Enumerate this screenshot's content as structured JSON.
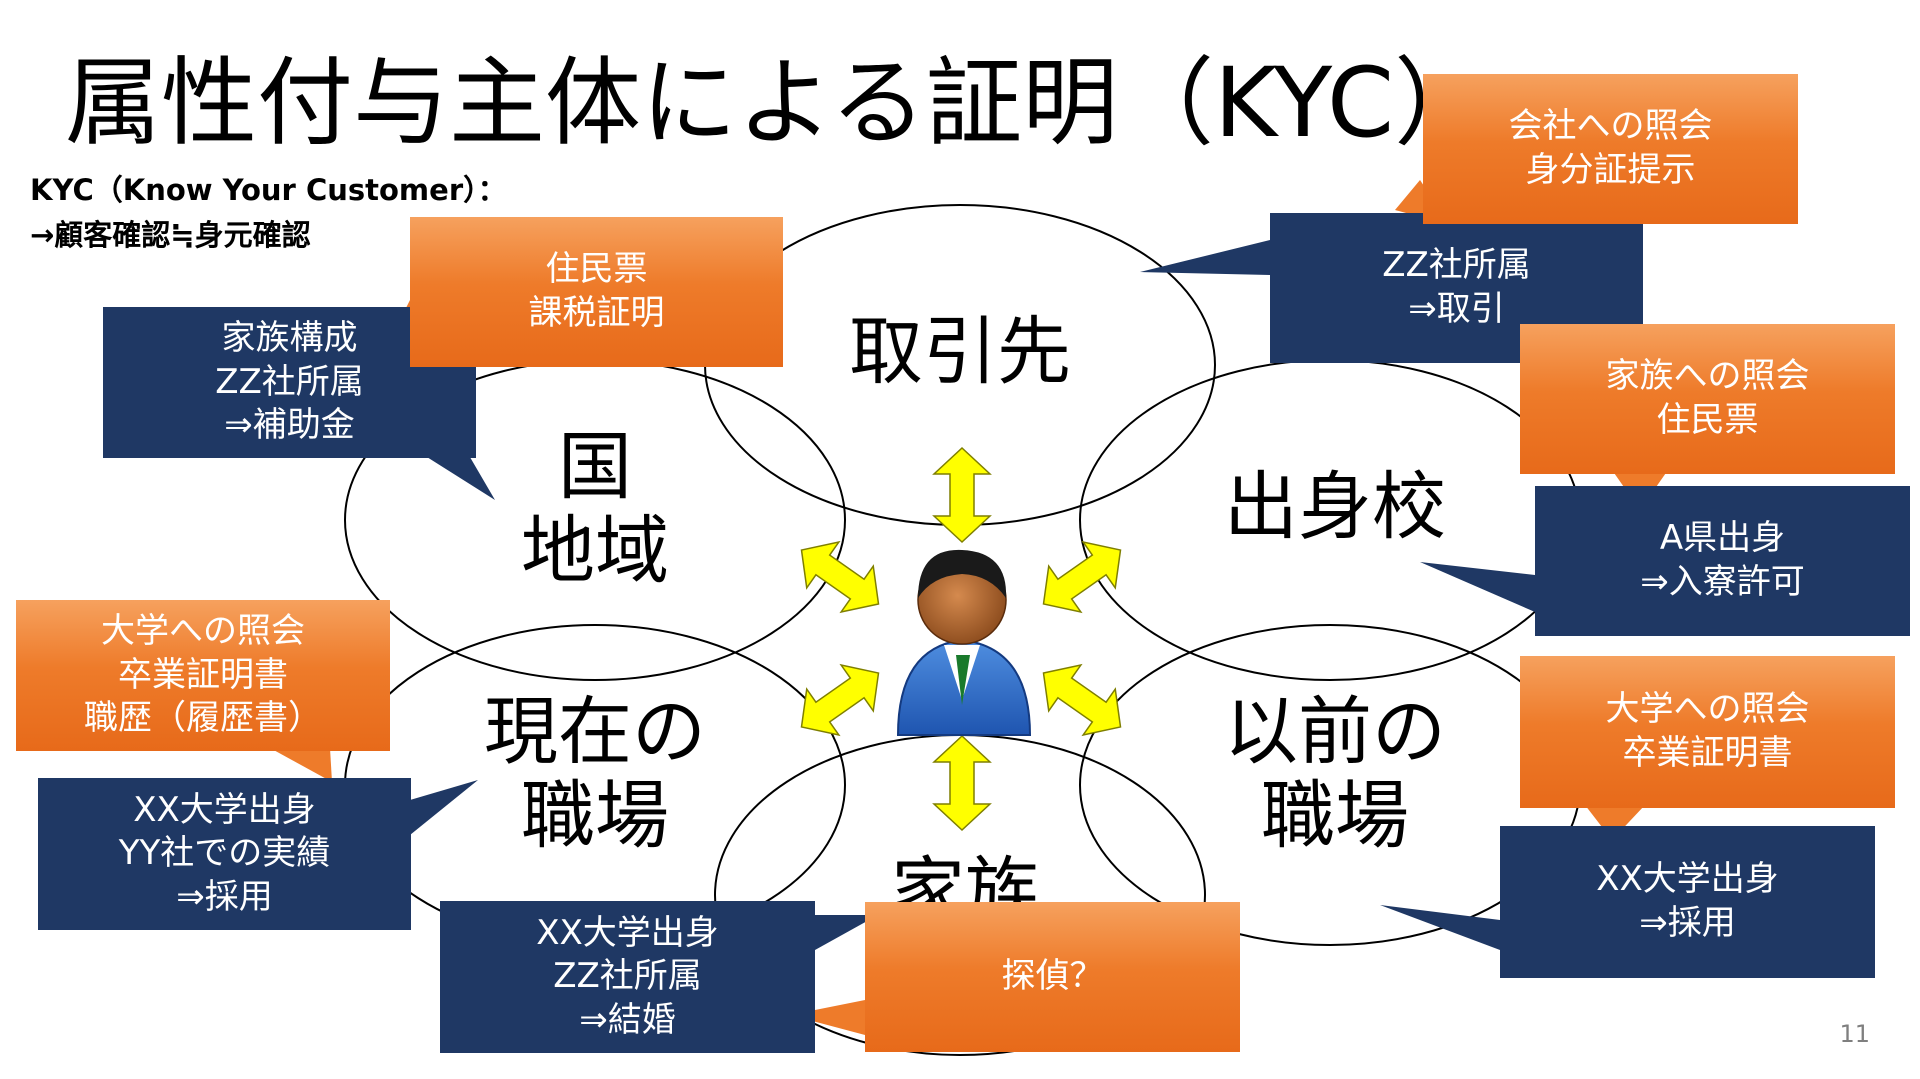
{
  "title": "属性付与主体による証明（KYC）",
  "subtitle": [
    "KYC（Know Your Customer）：",
    "→顧客確認≒身元確認"
  ],
  "circles": {
    "torihikisaki": [
      "取引先"
    ],
    "kuni": [
      "国",
      "地域"
    ],
    "shusshinko": [
      "出身校"
    ],
    "genzai": [
      "現在の",
      "職場"
    ],
    "izen": [
      "以前の",
      "職場"
    ],
    "kazoku": [
      "家族"
    ]
  },
  "callouts": {
    "kazoku_navy": [
      "家族構成",
      "ZZ社所属",
      "⇒補助金"
    ],
    "juminhyo_orange": [
      "住民票",
      "課税証明"
    ],
    "kaisha_orange": [
      "会社への照会",
      "身分証提示"
    ],
    "zz_navy": [
      "ZZ社所属",
      "⇒取引"
    ],
    "kazoku_shokai_orange": [
      "家族への照会",
      "住民票"
    ],
    "aken_navy": [
      "A県出身",
      "⇒入寮許可"
    ],
    "daigaku_orange_left": [
      "大学への照会",
      "卒業証明書",
      "職歴（履歴書）"
    ],
    "xx_navy_left": [
      "XX大学出身",
      "YY社での実績",
      "⇒採用"
    ],
    "daigaku_orange_right": [
      "大学への照会",
      "卒業証明書"
    ],
    "xx_navy_right": [
      "XX大学出身",
      "⇒採用"
    ],
    "xx_navy_bottom": [
      "XX大学出身",
      "ZZ社所属",
      "⇒結婚"
    ],
    "tantei_orange": [
      "探偵？"
    ]
  },
  "colors": {
    "navy": "#1f3864",
    "orange": "#ee7b2a",
    "arrow_fill": "#ffff00"
  },
  "icons": [
    "person-icon"
  ],
  "page_number": "11"
}
